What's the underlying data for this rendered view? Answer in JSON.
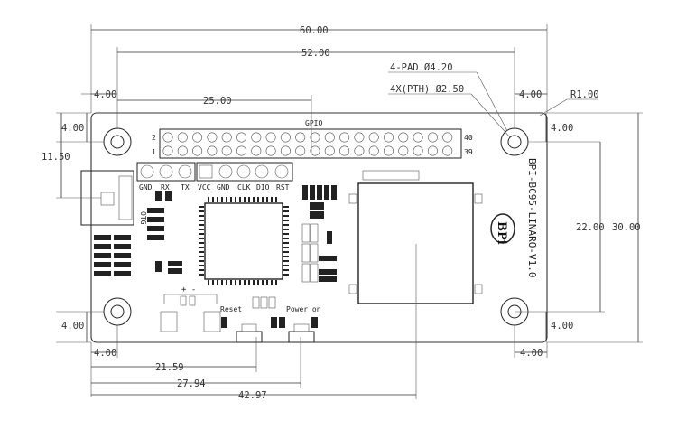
{
  "board": {
    "name": "BPI-BC95-LINARO-V1.0",
    "logo": "BPi",
    "header_label": "GPIO",
    "pin_numbers": {
      "top_left": "2",
      "bottom_left": "1",
      "top_right": "40",
      "bottom_right": "39"
    },
    "uart_labels": [
      "GND",
      "RX",
      "TX"
    ],
    "debug_labels": [
      "VCC",
      "GND",
      "CLK",
      "DIO",
      "RST"
    ],
    "otg_label": "OTG",
    "battery_marks": "+ -",
    "reset_label": "Reset",
    "power_label": "Power on"
  },
  "callouts": {
    "pad": "4-PAD  Ø4.20",
    "pth": "4X(PTH) Ø2.50",
    "corner_radius": "R1.00"
  },
  "dimensions": {
    "overall_width": "60.00",
    "hole_spacing_x": "52.00",
    "header_offset": "25.00",
    "hole_offset_left_top": "4.00",
    "hole_offset_top_left": "4.00",
    "hole_offset_right_top": "4.00",
    "hole_offset_top_right": "4.00",
    "usb_offset": "11.50",
    "hole_spacing_y": "22.00",
    "overall_height": "30.00",
    "hole_offset_left_bottom": "4.00",
    "hole_offset_bottom_left": "4.00",
    "hole_offset_right_bottom": "4.00",
    "hole_offset_bottom_right": "4.00",
    "reset_offset": "21.59",
    "power_offset": "27.94",
    "module_offset": "42.97"
  }
}
